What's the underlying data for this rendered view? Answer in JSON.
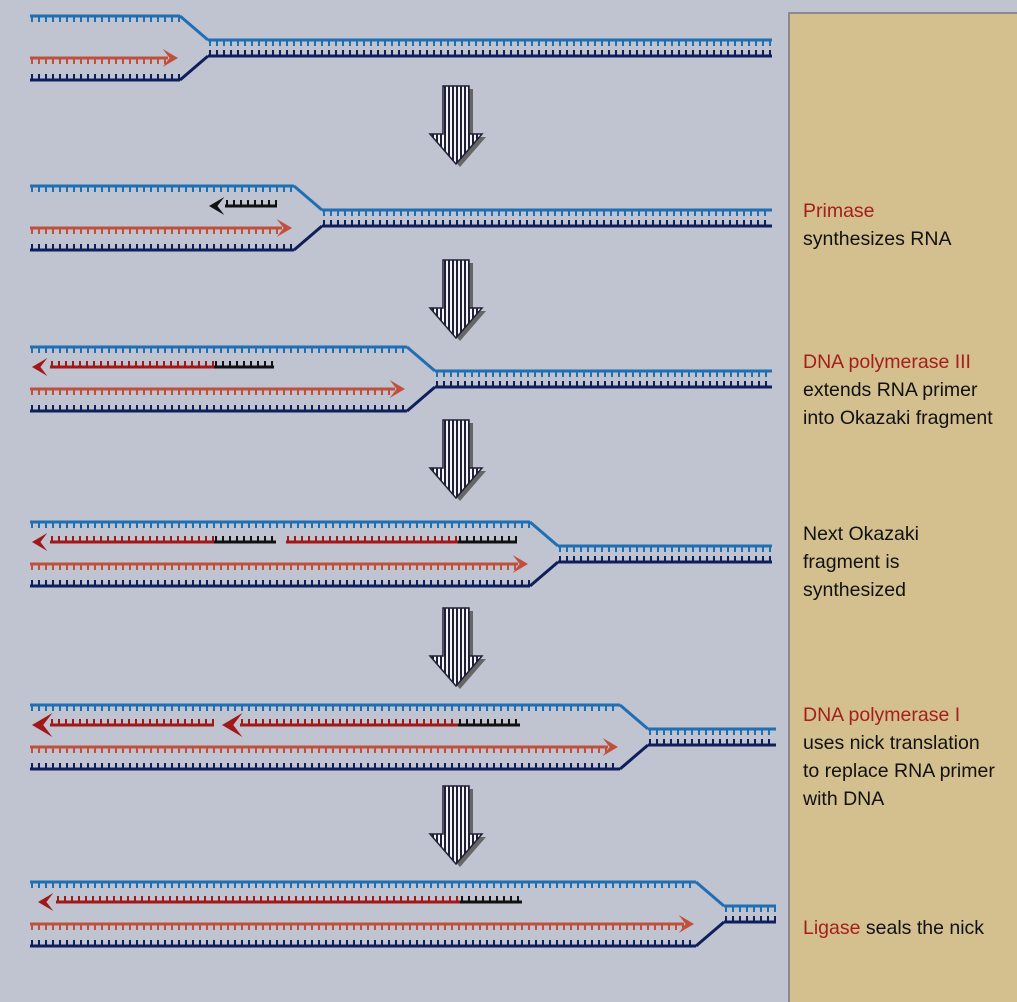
{
  "steps": [
    {
      "enzyme": "",
      "lines": []
    },
    {
      "enzyme": "Primase",
      "lines": [
        "synthesizes RNA"
      ]
    },
    {
      "enzyme": "DNA polymerase III",
      "lines": [
        "extends RNA primer",
        "into Okazaki fragment"
      ]
    },
    {
      "enzyme": "",
      "lines": [
        "Next Okazaki",
        "fragment is",
        "synthesized"
      ]
    },
    {
      "enzyme": "DNA polymerase I",
      "lines": [
        "uses nick translation",
        "to replace RNA primer",
        "with DNA"
      ]
    },
    {
      "enzyme": "Ligase",
      "lines": [],
      "inline_text": "seals the nick"
    }
  ],
  "colors": {
    "background": "#c0c3d0",
    "panel": "#d3c08e",
    "template_strand": "#1f6fb5",
    "lower_strand": "#0f1f5c",
    "leading_strand": "#c0503c",
    "okazaki_dna": "#a01818",
    "rna_primer": "#111111",
    "enzyme_text": "#a61d1d"
  }
}
